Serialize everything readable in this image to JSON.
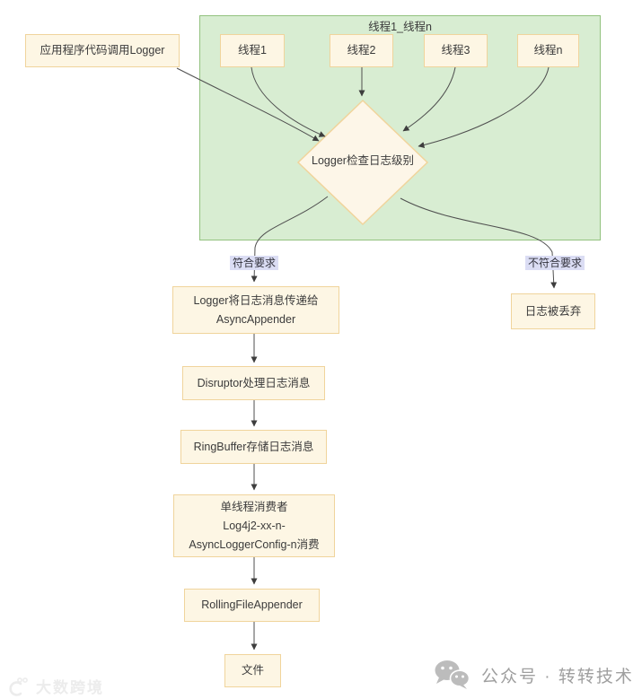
{
  "diagram": {
    "group_title": "线程1_线程n",
    "threads": [
      "线程1",
      "线程2",
      "线程3",
      "线程n"
    ],
    "app_call": "应用程序代码调用Logger",
    "decision": "Logger检查日志级别",
    "pass_label": "符合要求",
    "fail_label": "不符合要求",
    "discard": "日志被丢弃",
    "async_appender": {
      "line1": "Logger将日志消息传递给",
      "line2": "AsyncAppender"
    },
    "disruptor": "Disruptor处理日志消息",
    "ringbuffer": "RingBuffer存储日志消息",
    "consumer": {
      "line1": "单线程消费者",
      "line2": "Log4j2-xx-n-",
      "line3": "AsyncLoggerConfig-n消费"
    },
    "rolling_file": "RollingFileAppender",
    "file": "文件"
  },
  "colors": {
    "group_fill": "#d8edd2",
    "group_border": "#93c27f",
    "node_fill": "#fdf6e4",
    "node_border": "#f0d49c",
    "edge_label_bg": "#dbddf4",
    "arrow": "#4a4a4a"
  },
  "watermarks": {
    "left_text": "大数跨境",
    "right_text": "公众号 · 转转技术"
  }
}
